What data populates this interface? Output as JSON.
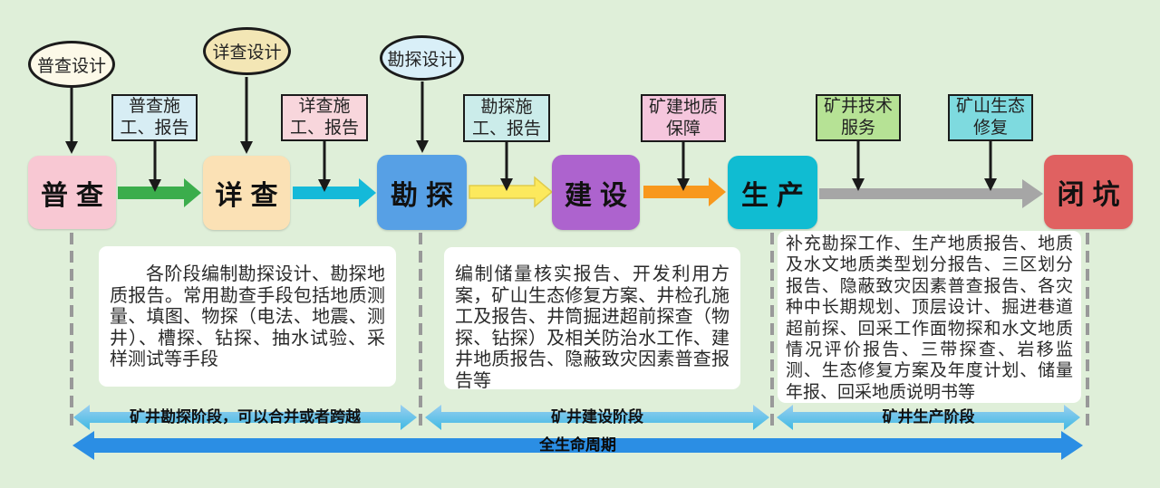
{
  "flow_boxes": [
    {
      "label": "普查"
    },
    {
      "label": "详查"
    },
    {
      "label": "勘探"
    },
    {
      "label": "建设"
    },
    {
      "label": "生产"
    },
    {
      "label": "闭坑"
    }
  ],
  "design_ellipses": [
    {
      "label": "普查设计"
    },
    {
      "label": "详查设计"
    },
    {
      "label": "勘探设计"
    }
  ],
  "task_boxes": [
    {
      "label": "普查施\n工、报告"
    },
    {
      "label": "详查施\n工、报告"
    },
    {
      "label": "勘探施\n工、报告"
    },
    {
      "label": "矿建地质\n保障"
    },
    {
      "label": "矿井技术\n服务"
    },
    {
      "label": "矿山生态\n修复"
    }
  ],
  "notes": [
    {
      "text": "各阶段编制勘探设计、勘探地质报告。常用勘查手段包括地质测量、填图、物探（电法、地震、测井）、槽探、钻探、抽水试验、采样测试等手段"
    },
    {
      "text": "编制储量核实报告、开发利用方案，矿山生态修复方案、井检孔施工及报告、井筒掘进超前探查（物探、钻探）及相关防治水工作、建井地质报告、隐蔽致灾因素普查报告等"
    },
    {
      "text": "补充勘探工作、生产地质报告、地质及水文地质类型划分报告、三区划分报告、隐蔽致灾因素普查报告、各灾种中长期规划、顶层设计、掘进巷道超前探、回采工作面物探和水文地质情况评价报告、三带探查、岩移监测、生态修复方案及年度计划、储量年报、回采地质说明书等"
    }
  ],
  "phases": [
    {
      "label": "矿井勘探阶段，可以合并或者跨越"
    },
    {
      "label": "矿井建设阶段"
    },
    {
      "label": "矿井生产阶段"
    }
  ],
  "lifecycle": {
    "label": "全生命周期"
  },
  "colors": {
    "bg": "#DFEFD9",
    "text": "#1A1A1A",
    "note-bg": "#FFFFFF",
    "stage-pucha": "#F8C8D3",
    "stage-xiangcha": "#FBE1B5",
    "stage-kantan": "#57A0E5",
    "stage-jianshe": "#AD63CE",
    "stage-shengchan": "#10BCD2",
    "stage-bikeng": "#E06161",
    "ellipse-pucha": "#FCF9E8",
    "ellipse-xiangcha": "#F3E6B5",
    "ellipse-kantan": "#D9EFF8",
    "task-1": "#D7EDF4",
    "task-2": "#F8D6DC",
    "task-3": "#CBECEA",
    "task-4": "#F5C6DD",
    "task-5": "#B6E295",
    "task-6": "#7EDADF",
    "arrow-green": "#3BAD4C",
    "arrow-cyan": "#14B9D9",
    "arrow-yellow": "#FCE95D",
    "arrow-yellow-edge": "#E0CC4B",
    "arrow-orange": "#F8981D",
    "arrow-gray": "#A6A6A6",
    "connector-black": "#1A1A1A",
    "dashed-line": "#999999",
    "phase-arrow-light": "#9ACFF0",
    "phase-arrow-dark": "#3FB9E3",
    "lifecycle-arrow": "#2B8EE4"
  }
}
